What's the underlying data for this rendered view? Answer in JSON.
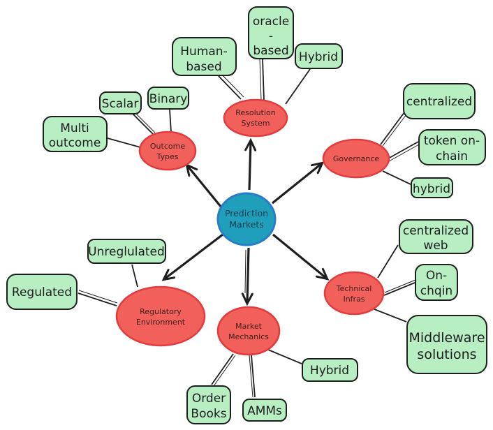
{
  "title": "Prediction Markets mind map",
  "colors": {
    "background": "#ffffff",
    "edge": "#1e1e1e",
    "center_fill": "#1f9fbc",
    "center_stroke": "#2b7cc7",
    "center_text": "#123f4d",
    "branch_fill": "#f2605c",
    "branch_stroke": "#e23d3d",
    "branch_text": "#40201a",
    "leaf_fill": "#b7efc3",
    "leaf_stroke": "#1e1e1e",
    "leaf_text": "#1e1e1e"
  },
  "center": {
    "label": "Prediction Markets",
    "line1": "Prediction",
    "line2": "Markets"
  },
  "branches": {
    "resolution": {
      "label": "Resolution System",
      "line1": "Resolution",
      "line2": "System"
    },
    "outcome": {
      "label": "Outcome Types",
      "line1": "Outcome",
      "line2": "Types"
    },
    "governance": {
      "label": "Governance",
      "line1": "Governance"
    },
    "technical": {
      "label": "Technical Infras",
      "line1": "Technical",
      "line2": "Infras"
    },
    "market": {
      "label": "Market Mechanics",
      "line1": "Market",
      "line2": "Mechanics"
    },
    "regulatory": {
      "label": "Regulatory Environment",
      "line1": "Regulatory",
      "line2": "Environment"
    }
  },
  "leaves": {
    "oracle_based": {
      "line1": "oracle",
      "line2": "-",
      "line3": "based"
    },
    "human_based": {
      "line1": "Human-",
      "line2": "based"
    },
    "hybrid_top": {
      "line1": "Hybrid"
    },
    "binary": {
      "line1": "Binary"
    },
    "scalar": {
      "line1": "Scalar"
    },
    "multi_outcome": {
      "line1": "Multi",
      "line2": "outcome"
    },
    "centralized": {
      "line1": "centralized"
    },
    "token_on_chain": {
      "line1": "token on-",
      "line2": "chain"
    },
    "hybrid_right": {
      "line1": "hybrid"
    },
    "centralized_web": {
      "line1": "centralized",
      "line2": "web"
    },
    "on_chain": {
      "line1": "On-",
      "line2": "chqin"
    },
    "middleware": {
      "line1": "Middleware",
      "line2": "solutions"
    },
    "hybrid_bottom": {
      "line1": "Hybrid"
    },
    "amms": {
      "line1": "AMMs"
    },
    "order_books": {
      "line1": "Order",
      "line2": "Books"
    },
    "regulated": {
      "line1": "Regulated"
    },
    "unregulated": {
      "line1": "Unreglulated"
    }
  }
}
